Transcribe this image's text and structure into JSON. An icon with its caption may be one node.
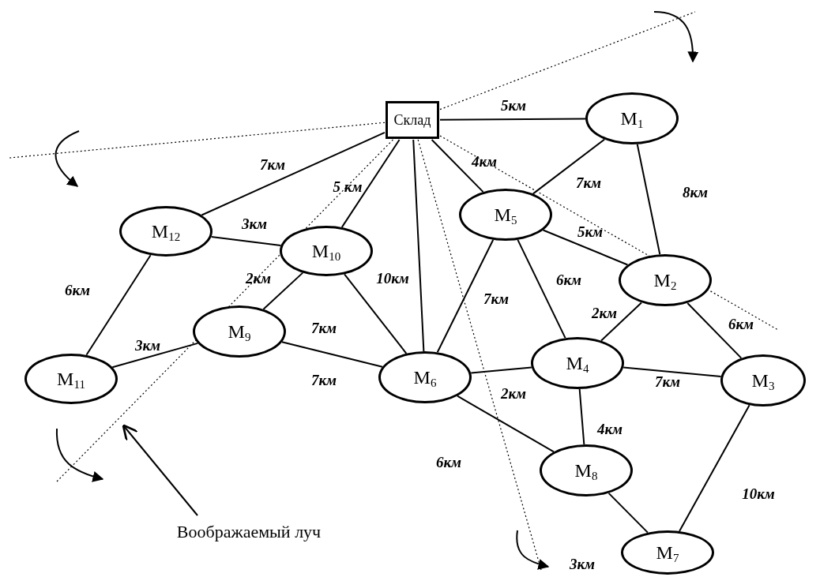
{
  "diagram": {
    "nodes": [
      {
        "text": [
          "Склад"
        ]
      },
      {
        "text": [
          "M$_{1}$"
        ]
      },
      {
        "text": [
          "M$_{12}$"
        ]
      },
      {
        "text": [
          "M$_{10}$"
        ]
      },
      {
        "text": [
          "M$_{5}$"
        ]
      },
      {
        "text": [
          "M$_{2}$"
        ]
      },
      {
        "text": [
          "M$_{9}$"
        ]
      },
      {
        "text": [
          "M$_{11}$"
        ]
      },
      {
        "text": [
          "M$_{6}$"
        ]
      },
      {
        "text": [
          "M$_{4}$"
        ]
      },
      {
        "text": [
          "M$_{3}$"
        ]
      },
      {
        "text": [
          "M$_{8}$"
        ]
      },
      {
        "text": [
          "M$_{7}$"
        ]
      },
      {
        "text": [
          "Воображаемый луч"
        ]
      }
    ],
    "edges": [
      {
        "from": 0,
        "to": 1,
        "arrow": "none",
        "label": "5км"
      },
      {
        "from": 0,
        "to": 2,
        "arrow": "none",
        "label": "7км"
      },
      {
        "from": 0,
        "to": 3,
        "arrow": "none",
        "label": "5 км"
      },
      {
        "from": 0,
        "to": 8,
        "arrow": "none",
        "label": "10км"
      },
      {
        "from": 0,
        "to": 4,
        "arrow": "none",
        "label": "4км"
      },
      {
        "from": 1,
        "to": 4,
        "arrow": "none",
        "label": "7км"
      },
      {
        "from": 1,
        "to": 5,
        "arrow": "none",
        "label": "8км"
      },
      {
        "from": 4,
        "to": 5,
        "arrow": "none",
        "label": "5км"
      },
      {
        "from": 4,
        "to": 8,
        "arrow": "none",
        "label": "7км"
      },
      {
        "from": 4,
        "to": 9,
        "arrow": "none",
        "label": "6км"
      },
      {
        "from": 5,
        "to": 9,
        "arrow": "none",
        "label": "2км"
      },
      {
        "from": 5,
        "to": 10,
        "arrow": "none",
        "label": "6км"
      },
      {
        "from": 2,
        "to": 3,
        "arrow": "none",
        "label": "3км"
      },
      {
        "from": 2,
        "to": 7,
        "arrow": "none",
        "label": "6км"
      },
      {
        "from": 3,
        "to": 6,
        "arrow": "none",
        "label": "2км"
      },
      {
        "from": 3,
        "to": 8,
        "arrow": "none",
        "label": "7км"
      },
      {
        "from": 6,
        "to": 7,
        "arrow": "none",
        "label": "3км"
      },
      {
        "from": 6,
        "to": 8,
        "arrow": "none",
        "label": "7км"
      },
      {
        "from": 8,
        "to": 9,
        "arrow": "none",
        "label": "2км"
      },
      {
        "from": 9,
        "to": 10,
        "arrow": "none",
        "label": "7км"
      },
      {
        "from": 9,
        "to": 11,
        "arrow": "none",
        "label": "4км"
      },
      {
        "from": 8,
        "to": 11,
        "arrow": "none",
        "label": "6км"
      },
      {
        "from": 11,
        "to": 12,
        "arrow": "none",
        "label": "3км"
      },
      {
        "from": 10,
        "to": 12,
        "arrow": "none",
        "label": "10км"
      },
      {
        "from": 0,
        "to": null,
        "arrow": "none",
        "style": "dashed"
      },
      {
        "from": 0,
        "to": null,
        "arrow": "none",
        "style": "dashed"
      },
      {
        "from": 0,
        "to": null,
        "arrow": "none",
        "style": "dashed"
      },
      {
        "from": 0,
        "to": null,
        "arrow": "none",
        "style": "dashed"
      },
      {
        "from": 0,
        "to": null,
        "arrow": "none",
        "style": "dashed"
      },
      {
        "from": 13,
        "to": null,
        "arrow": "to"
      }
    ]
  }
}
